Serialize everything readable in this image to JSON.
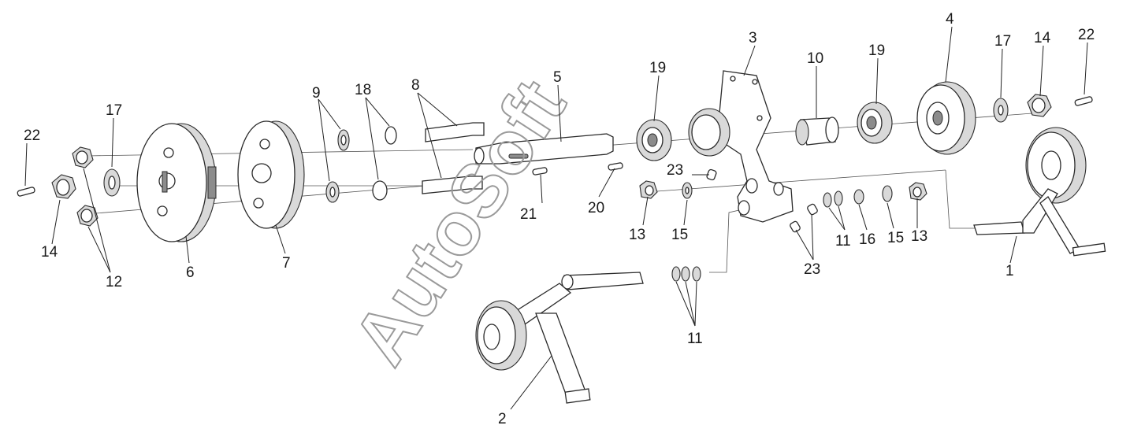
{
  "labels": {
    "p1": "1",
    "p2": "2",
    "p3": "3",
    "p4": "4",
    "p5": "5",
    "p6": "6",
    "p7": "7",
    "p8": "8",
    "p9": "9",
    "p10": "10",
    "p11a": "11",
    "p11b": "11",
    "p12": "12",
    "p13a": "13",
    "p13b": "13",
    "p14a": "14",
    "p14b": "14",
    "p15a": "15",
    "p15b": "15",
    "p16": "16",
    "p17a": "17",
    "p17b": "17",
    "p18": "18",
    "p19a": "19",
    "p19b": "19",
    "p20": "20",
    "p21": "21",
    "p22a": "22",
    "p22b": "22",
    "p23a": "23",
    "p23b": "23"
  },
  "watermark": "AutoSoft"
}
